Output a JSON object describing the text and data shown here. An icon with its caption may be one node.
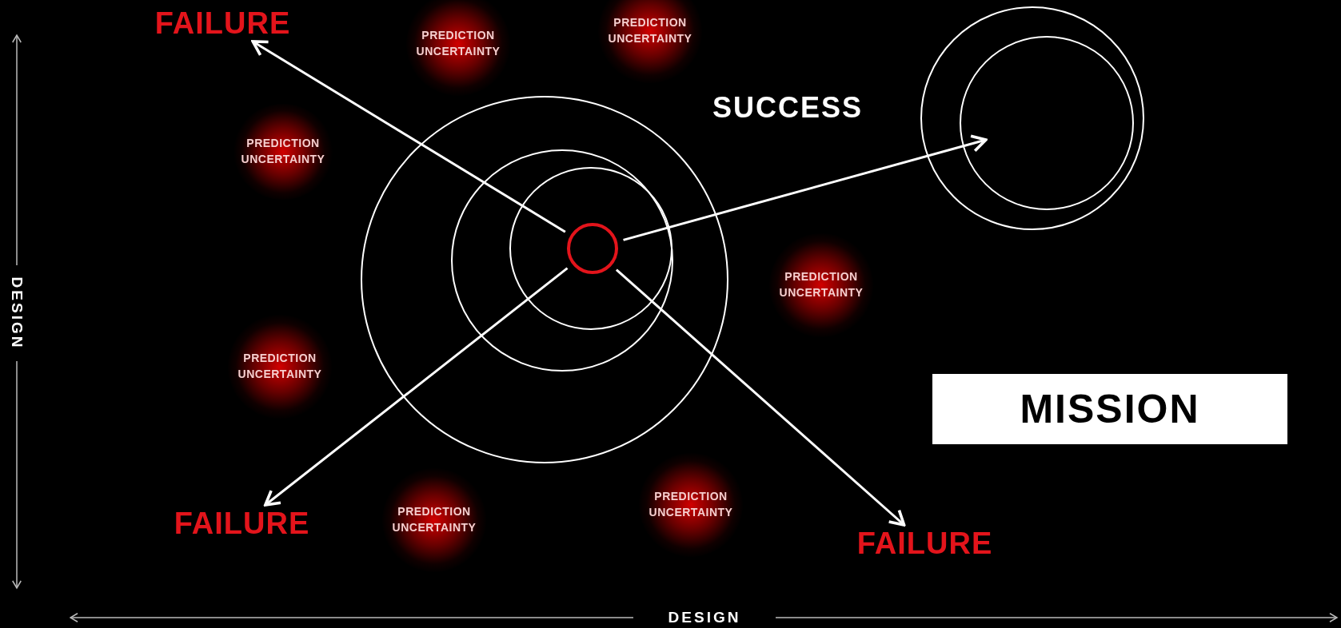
{
  "diagram": {
    "nodes": [
      {
        "text": [
          "FAILURE"
        ]
      },
      {
        "text": [
          "PREDICTION UNCERTAINTY"
        ]
      },
      {
        "text": [
          "PREDICTION UNCERTAINTY"
        ]
      },
      {
        "text": [
          "SUCCESS"
        ]
      },
      {
        "text": [],
        "shape": "circle"
      },
      {
        "text": [],
        "shape": "circle"
      },
      {
        "text": [],
        "shape": "circle",
        "in": 5
      },
      {
        "text": [
          "PREDICTION UNCERTAINTY"
        ]
      },
      {
        "text": [
          "PREDICTION UNCERTAINTY"
        ]
      },
      {
        "text": [
          "PREDICTION UNCERTAINTY"
        ]
      },
      {
        "text": [
          "MISSION"
        ]
      },
      {
        "text": [
          "FAILURE"
        ]
      },
      {
        "text": [
          "PREDICTION UNCERTAINTY"
        ]
      },
      {
        "text": [
          "PREDICTION UNCERTAINTY"
        ]
      },
      {
        "text": [
          "FAILURE"
        ]
      }
    ],
    "edges": [
      {
        "from": 4,
        "to": 0,
        "arrow": "to"
      },
      {
        "from": 4,
        "to": 6,
        "arrow": "to"
      },
      {
        "from": 4,
        "to": 11,
        "arrow": "to"
      },
      {
        "from": 4,
        "to": 14,
        "arrow": "to"
      }
    ],
    "labels": [
      "DESIGN",
      "DESIGN"
    ]
  }
}
